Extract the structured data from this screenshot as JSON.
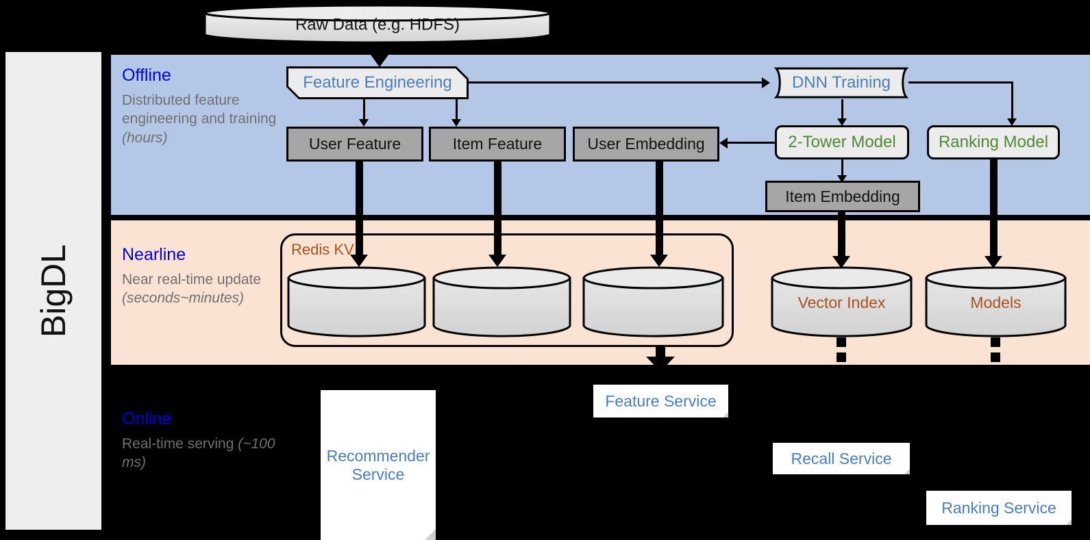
{
  "sidebar": {
    "label": "BigDL"
  },
  "bands": {
    "offline": {
      "title": "Offline",
      "body": "Distributed feature engineering and training ",
      "body_em": "(hours)"
    },
    "nearline": {
      "title": "Nearline",
      "body": "Near real-time update ",
      "body_em": "(seconds~minutes)"
    },
    "online": {
      "title": "Online",
      "body": "Real-time serving ",
      "body_em": "(~100 ms)"
    }
  },
  "nodes": {
    "raw_data": "Raw Data (e.g. HDFS)",
    "feature_engineering": "Feature Engineering",
    "dnn_training": "DNN Training",
    "user_feature": "User Feature",
    "item_feature": "Item Feature",
    "user_embedding": "User Embedding",
    "two_tower_model": "2-Tower Model",
    "ranking_model": "Ranking Model",
    "item_embedding": "Item Embedding",
    "redis_kv": "Redis KV",
    "vector_index": "Vector Index",
    "models": "Models",
    "recommender_service": "Recommender Service",
    "feature_service": "Feature Service",
    "recall_service": "Recall Service",
    "ranking_service": "Ranking Service"
  },
  "colors": {
    "offline_band": "#b4c7e7",
    "nearline_band": "#fae3d3",
    "online_band": "#000000",
    "band_title": "#0000e0",
    "band_body": "#6f6f6f",
    "process_text": "#4a7ebb",
    "model_text": "#4d8a33",
    "store_text": "#a8521b",
    "gray_box": "#a6a6a6",
    "proc_box": "#ececec",
    "sidebar_bg": "#eeeeee"
  }
}
